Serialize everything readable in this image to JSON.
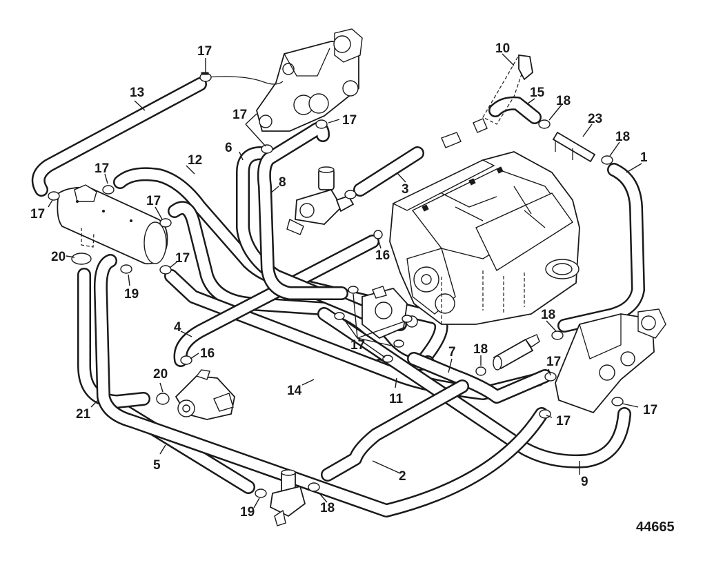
{
  "figure_number": "44665",
  "callouts": {
    "c1": "1",
    "c2": "2",
    "c3": "3",
    "c4": "4",
    "c5": "5",
    "c6": "6",
    "c7": "7",
    "c8": "8",
    "c9": "9",
    "c10": "10",
    "c11": "11",
    "c12": "12",
    "c13": "13",
    "c14": "14",
    "c15": "15",
    "c16a": "16",
    "c16b": "16",
    "c17a": "17",
    "c17b": "17",
    "c17c": "17",
    "c17d": "17",
    "c17e": "17",
    "c17f": "17",
    "c17g": "17",
    "c17h": "17",
    "c17i": "17",
    "c17j": "17",
    "c17k": "17",
    "c18a": "18",
    "c18b": "18",
    "c18c": "18",
    "c18d": "18",
    "c18e": "18",
    "c19a": "19",
    "c19b": "19",
    "c20a": "20",
    "c20b": "20",
    "c21": "21",
    "c23": "23"
  },
  "colors": {
    "line": "#1a1a1a",
    "background": "#ffffff"
  }
}
